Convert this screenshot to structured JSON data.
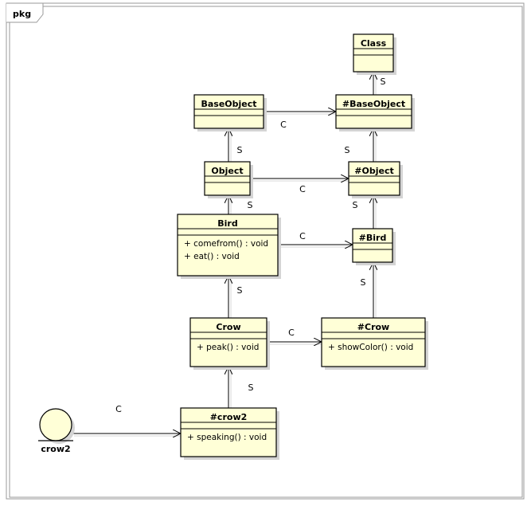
{
  "package": {
    "name": "pkg"
  },
  "classes": [
    {
      "id": "class",
      "name": "Class",
      "operations": []
    },
    {
      "id": "baseobject",
      "name": "BaseObject",
      "operations": []
    },
    {
      "id": "hbaseobject",
      "name": "#BaseObject",
      "operations": []
    },
    {
      "id": "object",
      "name": "Object",
      "operations": []
    },
    {
      "id": "hobject",
      "name": "#Object",
      "operations": []
    },
    {
      "id": "bird",
      "name": "Bird",
      "operations": [
        "+ comefrom() : void",
        "+ eat() : void"
      ]
    },
    {
      "id": "hbird",
      "name": "#Bird",
      "operations": []
    },
    {
      "id": "crow",
      "name": "Crow",
      "operations": [
        "+ peak() : void"
      ]
    },
    {
      "id": "hcrow",
      "name": "#Crow",
      "operations": [
        "+ showColor() : void"
      ]
    },
    {
      "id": "hcrow2",
      "name": "#crow2",
      "operations": [
        "+ speaking() : void"
      ]
    }
  ],
  "objects": [
    {
      "id": "crow2",
      "name": "crow2"
    }
  ],
  "relations": [
    {
      "id": "hbaseobject-class",
      "from": "hbaseobject",
      "to": "class",
      "label": "S"
    },
    {
      "id": "baseobject-hbaseobject",
      "from": "baseobject",
      "to": "hbaseobject",
      "label": "C"
    },
    {
      "id": "object-baseobject",
      "from": "object",
      "to": "baseobject",
      "label": "S"
    },
    {
      "id": "hobject-hbaseobject",
      "from": "hobject",
      "to": "hbaseobject",
      "label": "S"
    },
    {
      "id": "object-hobject",
      "from": "object",
      "to": "hobject",
      "label": "C"
    },
    {
      "id": "bird-object",
      "from": "bird",
      "to": "object",
      "label": "S"
    },
    {
      "id": "hbird-hobject",
      "from": "hbird",
      "to": "hobject",
      "label": "S"
    },
    {
      "id": "bird-hbird",
      "from": "bird",
      "to": "hbird",
      "label": "C"
    },
    {
      "id": "crow-bird",
      "from": "crow",
      "to": "bird",
      "label": "S"
    },
    {
      "id": "hcrow-hbird",
      "from": "hcrow",
      "to": "hbird",
      "label": "S"
    },
    {
      "id": "crow-hcrow",
      "from": "crow",
      "to": "hcrow",
      "label": "C"
    },
    {
      "id": "hcrow2-crow",
      "from": "hcrow2",
      "to": "crow",
      "label": "S"
    },
    {
      "id": "crow2-hcrow2",
      "from": "crow2",
      "to": "hcrow2",
      "label": "C"
    }
  ],
  "colors": {
    "class_fill": "#FFFFD7",
    "shadow": "#D4D4D4",
    "line": "#000000"
  }
}
